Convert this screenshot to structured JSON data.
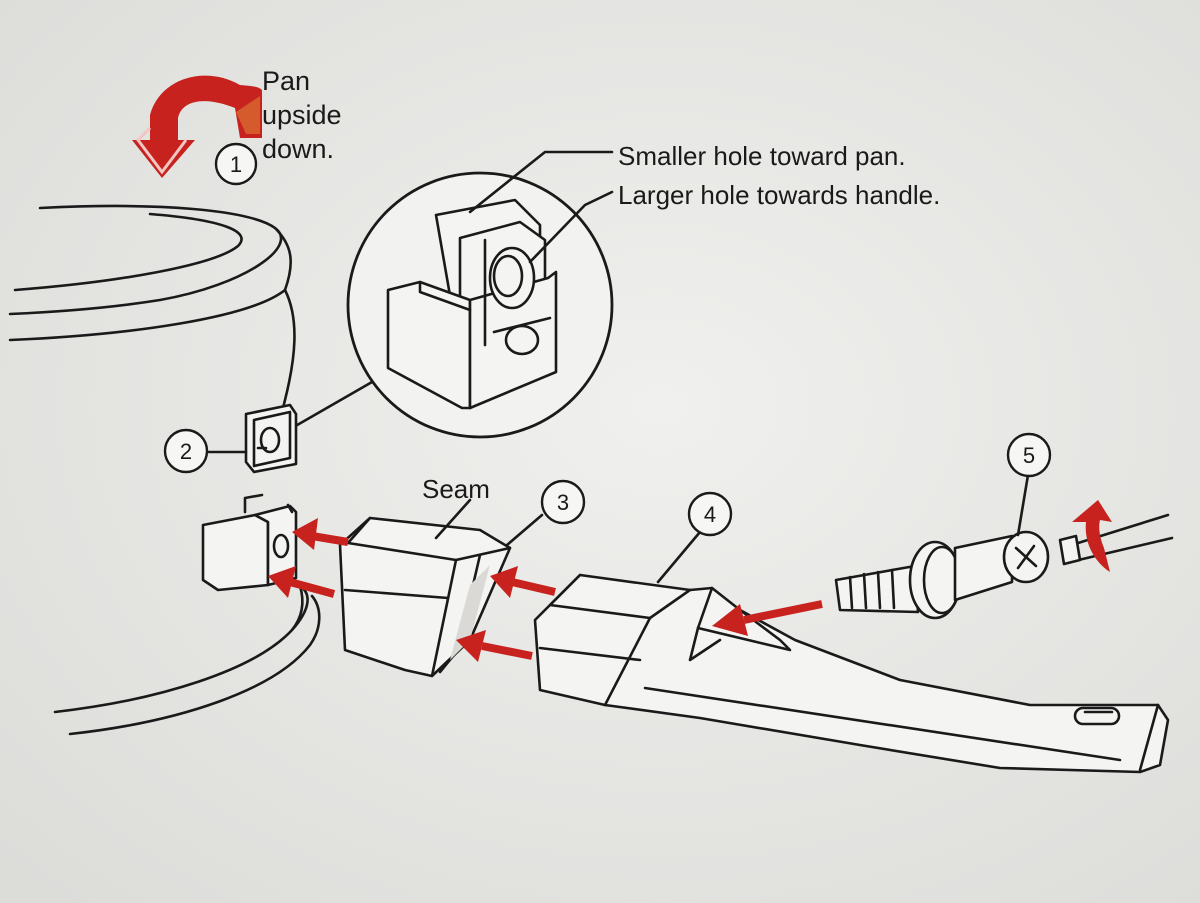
{
  "labels": {
    "step1_text": [
      "Pan",
      "upside",
      "down."
    ],
    "callout_smaller": "Smaller hole toward pan.",
    "callout_larger": "Larger hole towards handle.",
    "seam": "Seam"
  },
  "steps": [
    "1",
    "2",
    "3",
    "4",
    "5"
  ],
  "colors": {
    "arrow": "#c7221e",
    "ink": "#1a1a1a",
    "paper": "#e9e9e7"
  }
}
